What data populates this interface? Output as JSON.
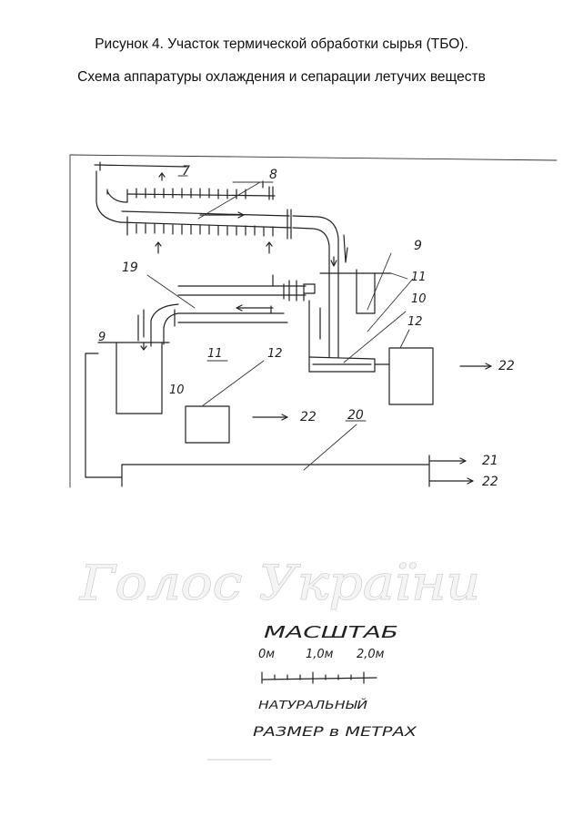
{
  "title_line1": "Рисунок 4. Участок термической обработки сырья (ТБО).",
  "title_line2": "Схема аппаратуры охлаждения и сепарации летучих веществ",
  "labels": {
    "l7": "7",
    "l8": "8",
    "l19": "19",
    "l9a": "9",
    "l11a": "11",
    "l10a": "10",
    "l12a": "12",
    "l9b": "9",
    "l11b": "11",
    "l12b": "12",
    "l10b": "10",
    "l22a": "22",
    "l22b": "22",
    "l20": "20",
    "l21": "21",
    "l22c": "22"
  },
  "watermark": "Голос України",
  "scale": {
    "title": "МАСШТАБ",
    "tick0": "0м",
    "tick1": "1,0м",
    "tick2": "2,0м",
    "caption1": "НАТУРАЛЬНЫЙ",
    "caption2": "РАЗМЕР в МЕТРАХ"
  }
}
